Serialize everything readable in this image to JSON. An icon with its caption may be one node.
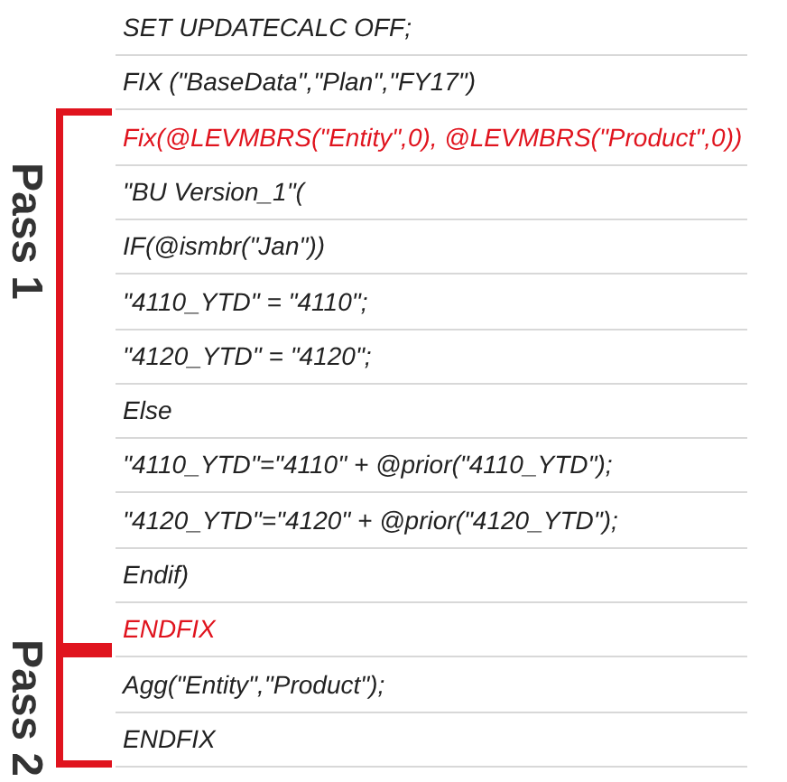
{
  "diagram": {
    "labels": [
      "SET UPDATECALC OFF;",
      "FIX (\"BaseData\",\"Plan\",\"FY17\")",
      "Fix(@LEVMBRS(\"Entity\",0), @LEVMBRS(\"Product\",0))",
      "\"BU Version_1\"(",
      "IF(@ismbr(\"Jan\"))",
      "\"4110_YTD\" = \"4110\";",
      "\"4120_YTD\" = \"4120\";",
      "Else",
      "\"4110_YTD\"=\"4110\" + @prior(\"4110_YTD\");",
      "\"4120_YTD\"=\"4120\" + @prior(\"4120_YTD\");",
      "Endif)",
      "ENDFIX",
      "Agg(\"Entity\",\"Product\");",
      "ENDFIX",
      "Pass 1",
      "Pass 2"
    ]
  }
}
